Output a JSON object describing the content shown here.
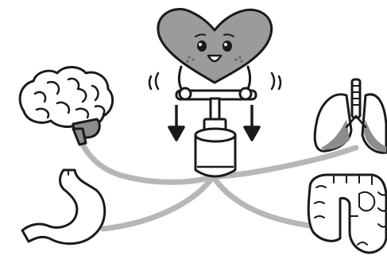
{
  "illustration": {
    "figures": [
      {
        "name": "heart-character",
        "icon": "heart-icon"
      },
      {
        "name": "pump",
        "icon": "pump-icon"
      },
      {
        "name": "brain",
        "icon": "brain-icon"
      },
      {
        "name": "lungs",
        "icon": "lungs-icon"
      },
      {
        "name": "stomach",
        "icon": "stomach-icon"
      },
      {
        "name": "intestines",
        "icon": "intestines-icon"
      }
    ],
    "colors": {
      "outline": "#1a1a1a",
      "organ_fill": "#ffffff",
      "heart_fill": "#9b9b9b",
      "organ_shade": "#8c8c8c",
      "tube": "#b7b7b7",
      "cheek": "#6e6e6e"
    }
  }
}
